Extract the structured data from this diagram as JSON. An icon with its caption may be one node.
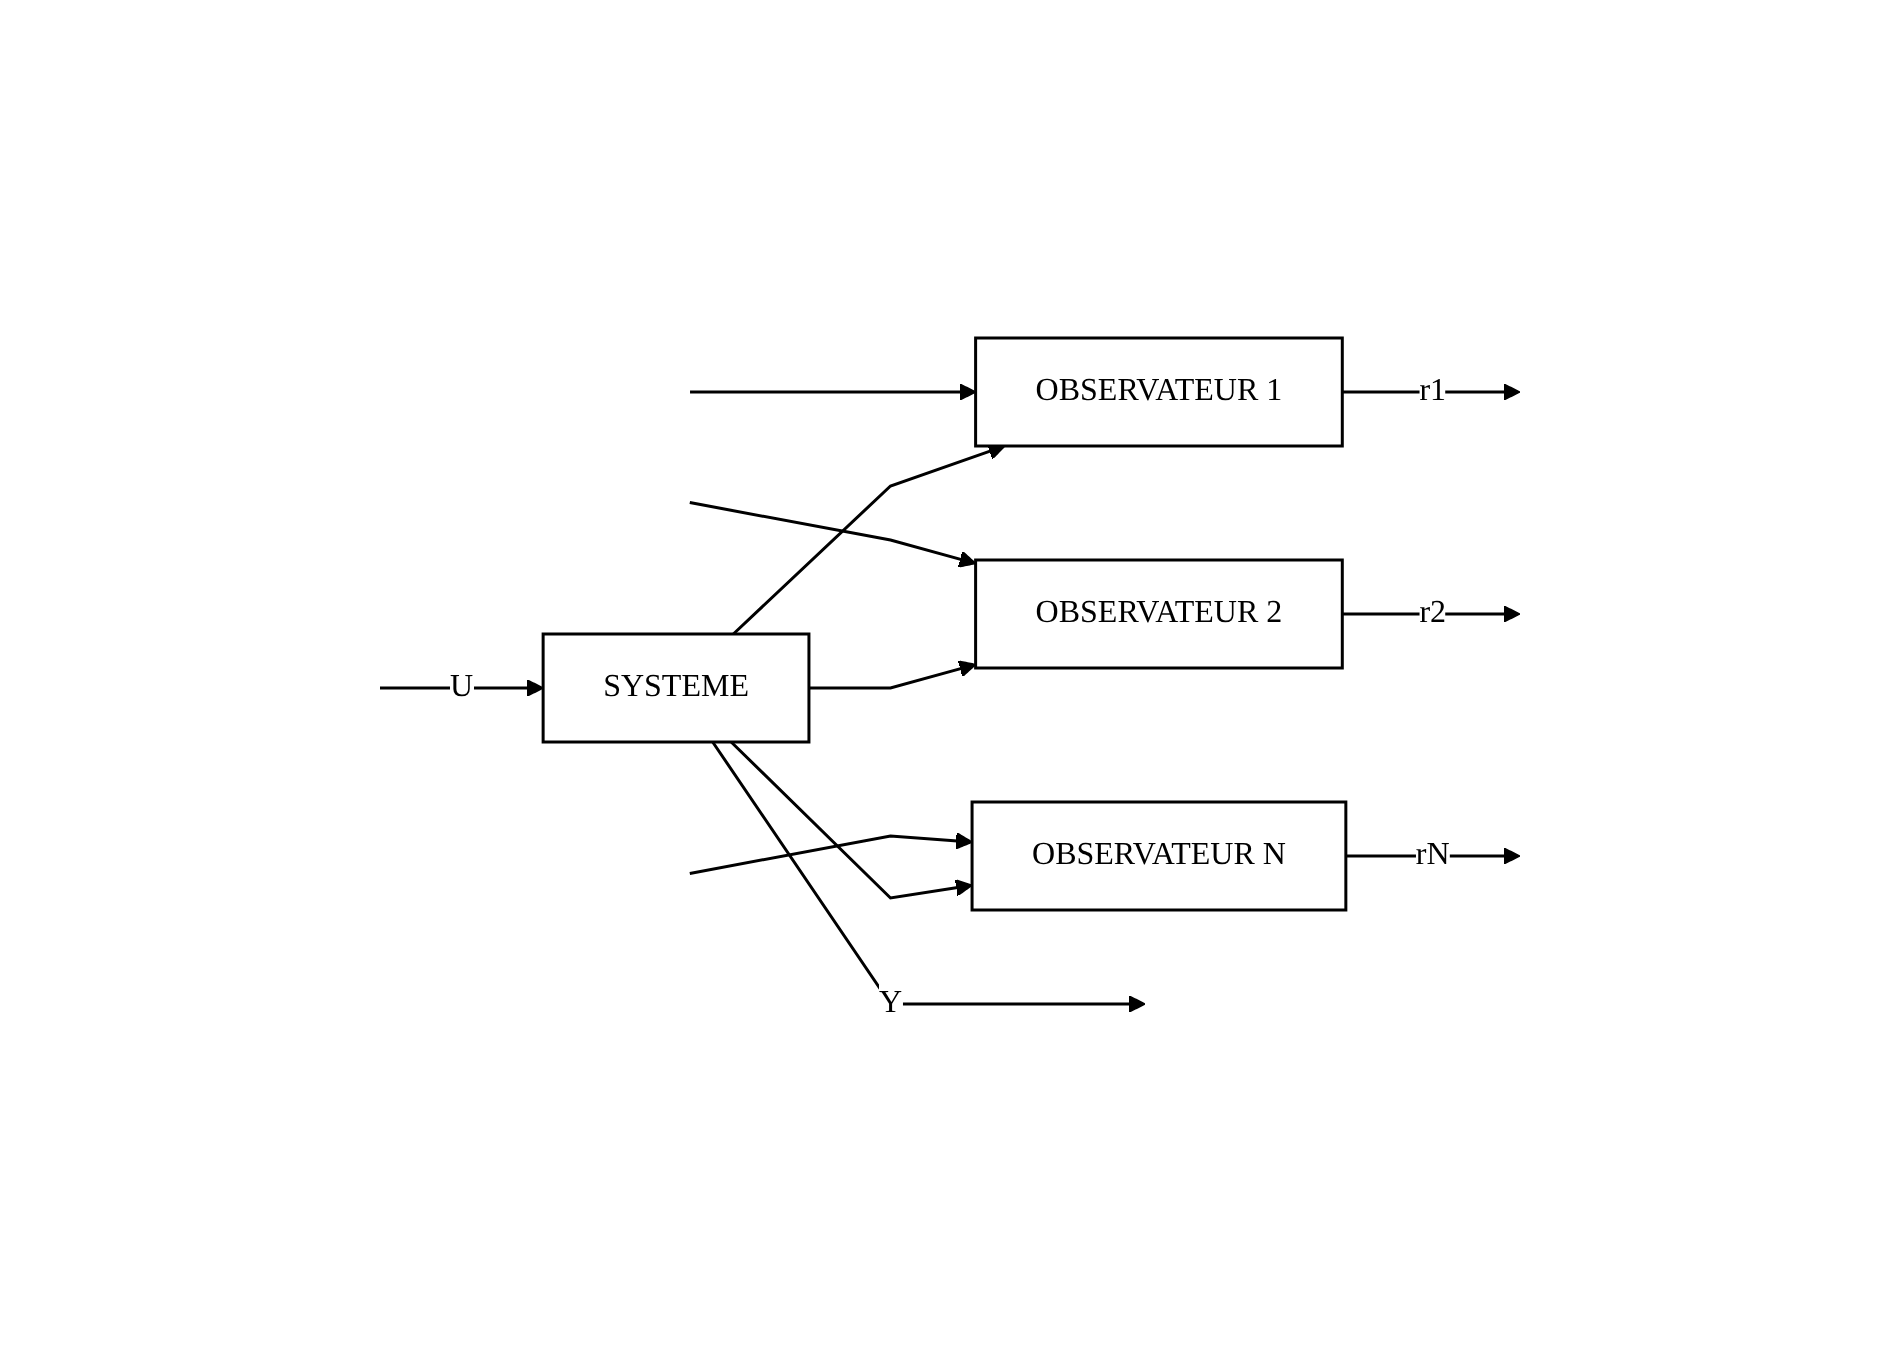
{
  "diagram": {
    "nodes": [
      {
        "text": [
          "SYSTEME"
        ]
      },
      {
        "text": [
          "OBSERVATEUR 1"
        ]
      },
      {
        "text": [
          "OBSERVATEUR 2"
        ]
      },
      {
        "text": [
          "OBSERVATEUR N"
        ]
      }
    ],
    "edges": [
      {
        "from": null,
        "to": 0,
        "arrow": "to",
        "label": "U"
      },
      {
        "from": null,
        "to": 1,
        "arrow": "to"
      },
      {
        "from": null,
        "to": 2,
        "arrow": "to"
      },
      {
        "from": null,
        "to": 3,
        "arrow": "to"
      },
      {
        "from": 0,
        "to": null,
        "arrow": "to",
        "label": "Y"
      },
      {
        "from": 0,
        "to": 1,
        "arrow": "to"
      },
      {
        "from": 0,
        "to": 2,
        "arrow": "to"
      },
      {
        "from": 0,
        "to": 3,
        "arrow": "to"
      },
      {
        "from": 1,
        "to": null,
        "arrow": "to",
        "label": "r1"
      },
      {
        "from": 2,
        "to": null,
        "arrow": "to",
        "label": "r2"
      },
      {
        "from": 3,
        "to": null,
        "arrow": "to",
        "label": "rN"
      }
    ]
  }
}
